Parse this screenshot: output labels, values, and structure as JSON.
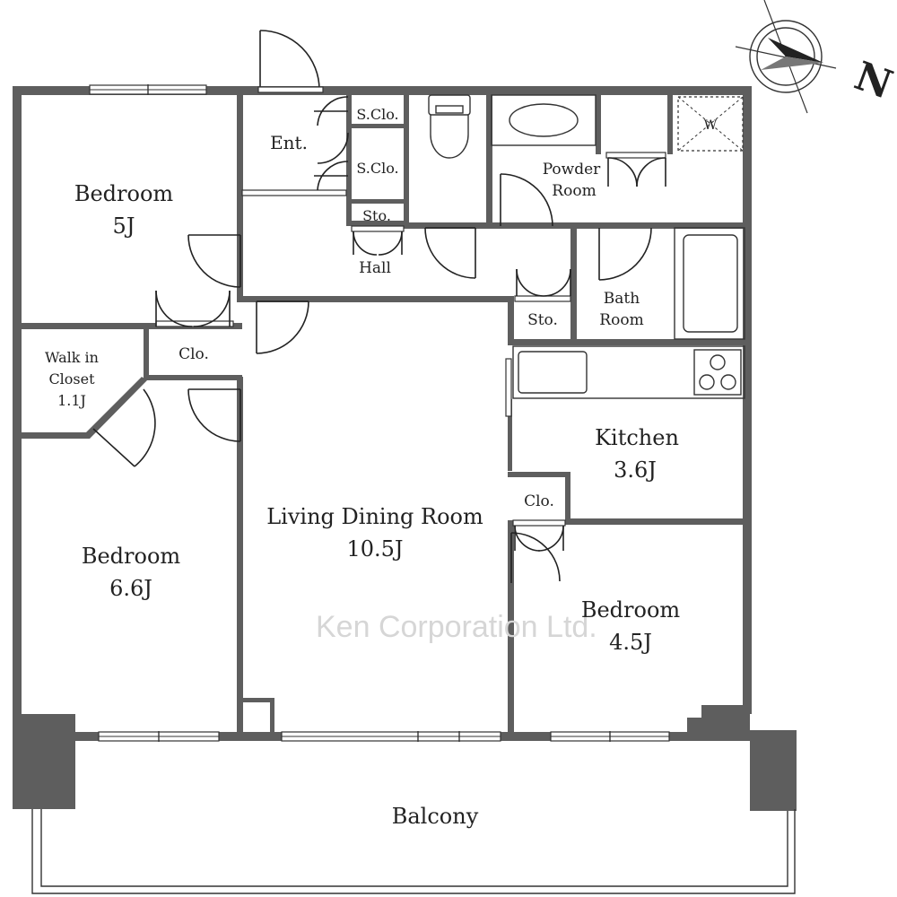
{
  "compass": {
    "north_label": "N",
    "icon": "compass-icon"
  },
  "watermark": "Ken Corporation Ltd.",
  "rooms": {
    "bedroom_nw": {
      "name": "Bedroom",
      "size": "5J"
    },
    "entrance": {
      "name": "Ent."
    },
    "shoe_closet_1": {
      "name": "S.Clo."
    },
    "shoe_closet_2": {
      "name": "S.Clo."
    },
    "hall_storage": {
      "name": "Sto."
    },
    "hall": {
      "name": "Hall"
    },
    "powder_room": {
      "line1": "Powder",
      "line2": "Room"
    },
    "washer": {
      "name": "W"
    },
    "storage": {
      "name": "Sto."
    },
    "bath_room": {
      "line1": "Bath",
      "line2": "Room"
    },
    "walk_in_closet": {
      "line1": "Walk in",
      "line2": "Closet",
      "size": "1.1J"
    },
    "closet_west": {
      "name": "Clo."
    },
    "kitchen": {
      "name": "Kitchen",
      "size": "3.6J"
    },
    "closet_east": {
      "name": "Clo."
    },
    "living_dining": {
      "name": "Living Dining Room",
      "size": "10.5J"
    },
    "bedroom_sw": {
      "name": "Bedroom",
      "size": "6.6J"
    },
    "bedroom_se": {
      "name": "Bedroom",
      "size": "4.5J"
    },
    "balcony": {
      "name": "Balcony"
    }
  }
}
